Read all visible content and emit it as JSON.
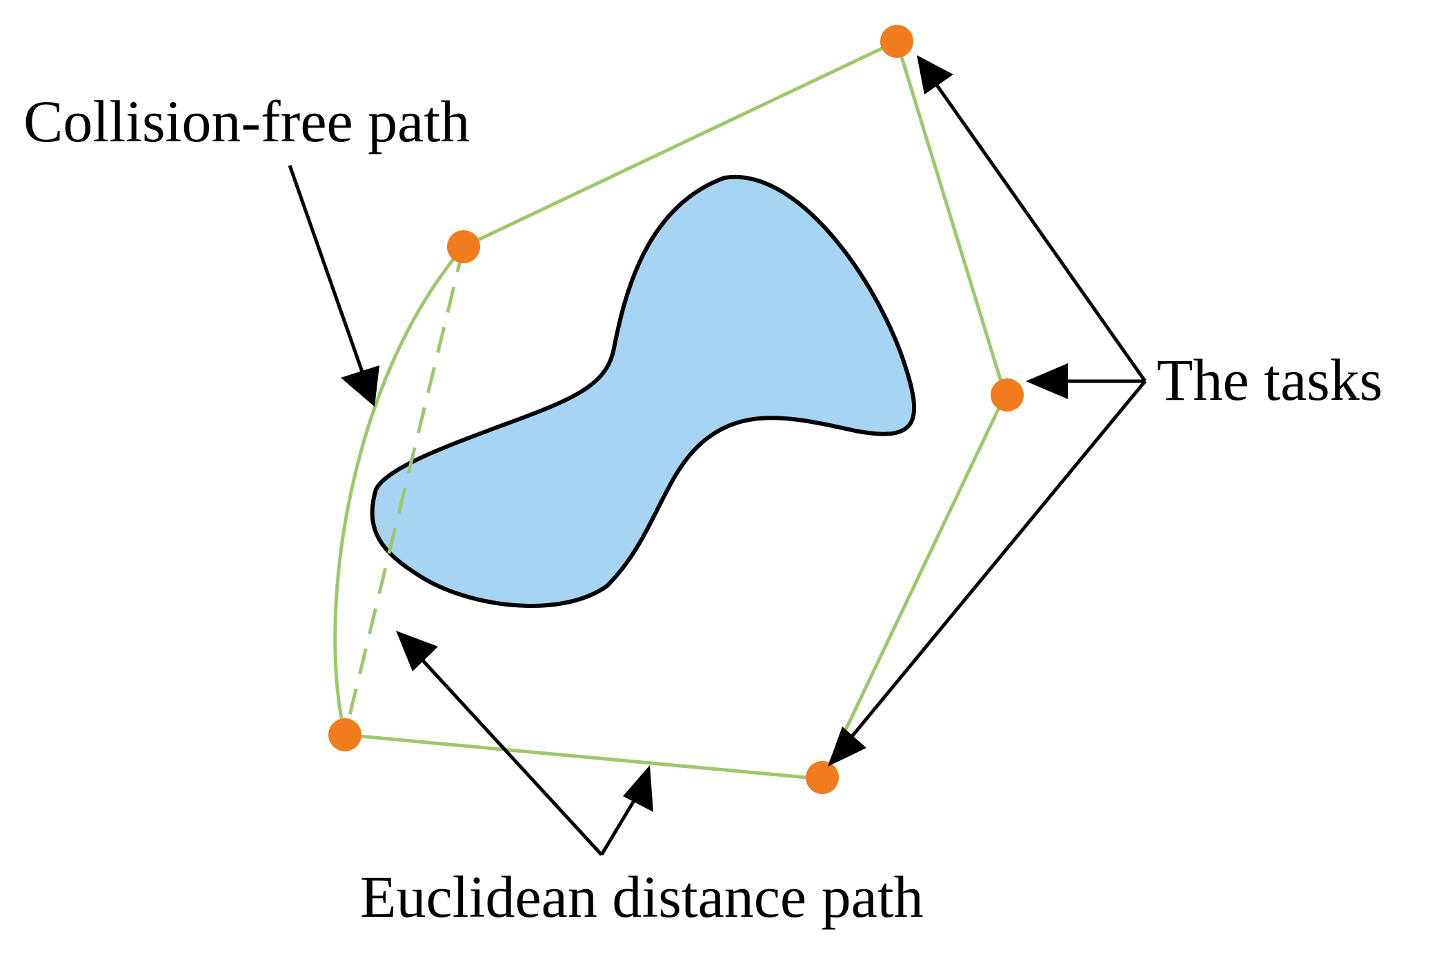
{
  "labels": {
    "collision_free": "Collision-free path",
    "tasks": "The tasks",
    "euclidean": "Euclidean distance path"
  },
  "colors": {
    "path": "#9dc86a",
    "task_node": "#f07c1e",
    "obstacle_fill": "#a7d4f2",
    "obstacle_stroke": "#000000",
    "arrow": "#000000",
    "background": "#ffffff"
  },
  "tasks": [
    {
      "id": "task-top"
    },
    {
      "id": "task-upper-left"
    },
    {
      "id": "task-right"
    },
    {
      "id": "task-bottom-right"
    },
    {
      "id": "task-bottom-left"
    }
  ]
}
